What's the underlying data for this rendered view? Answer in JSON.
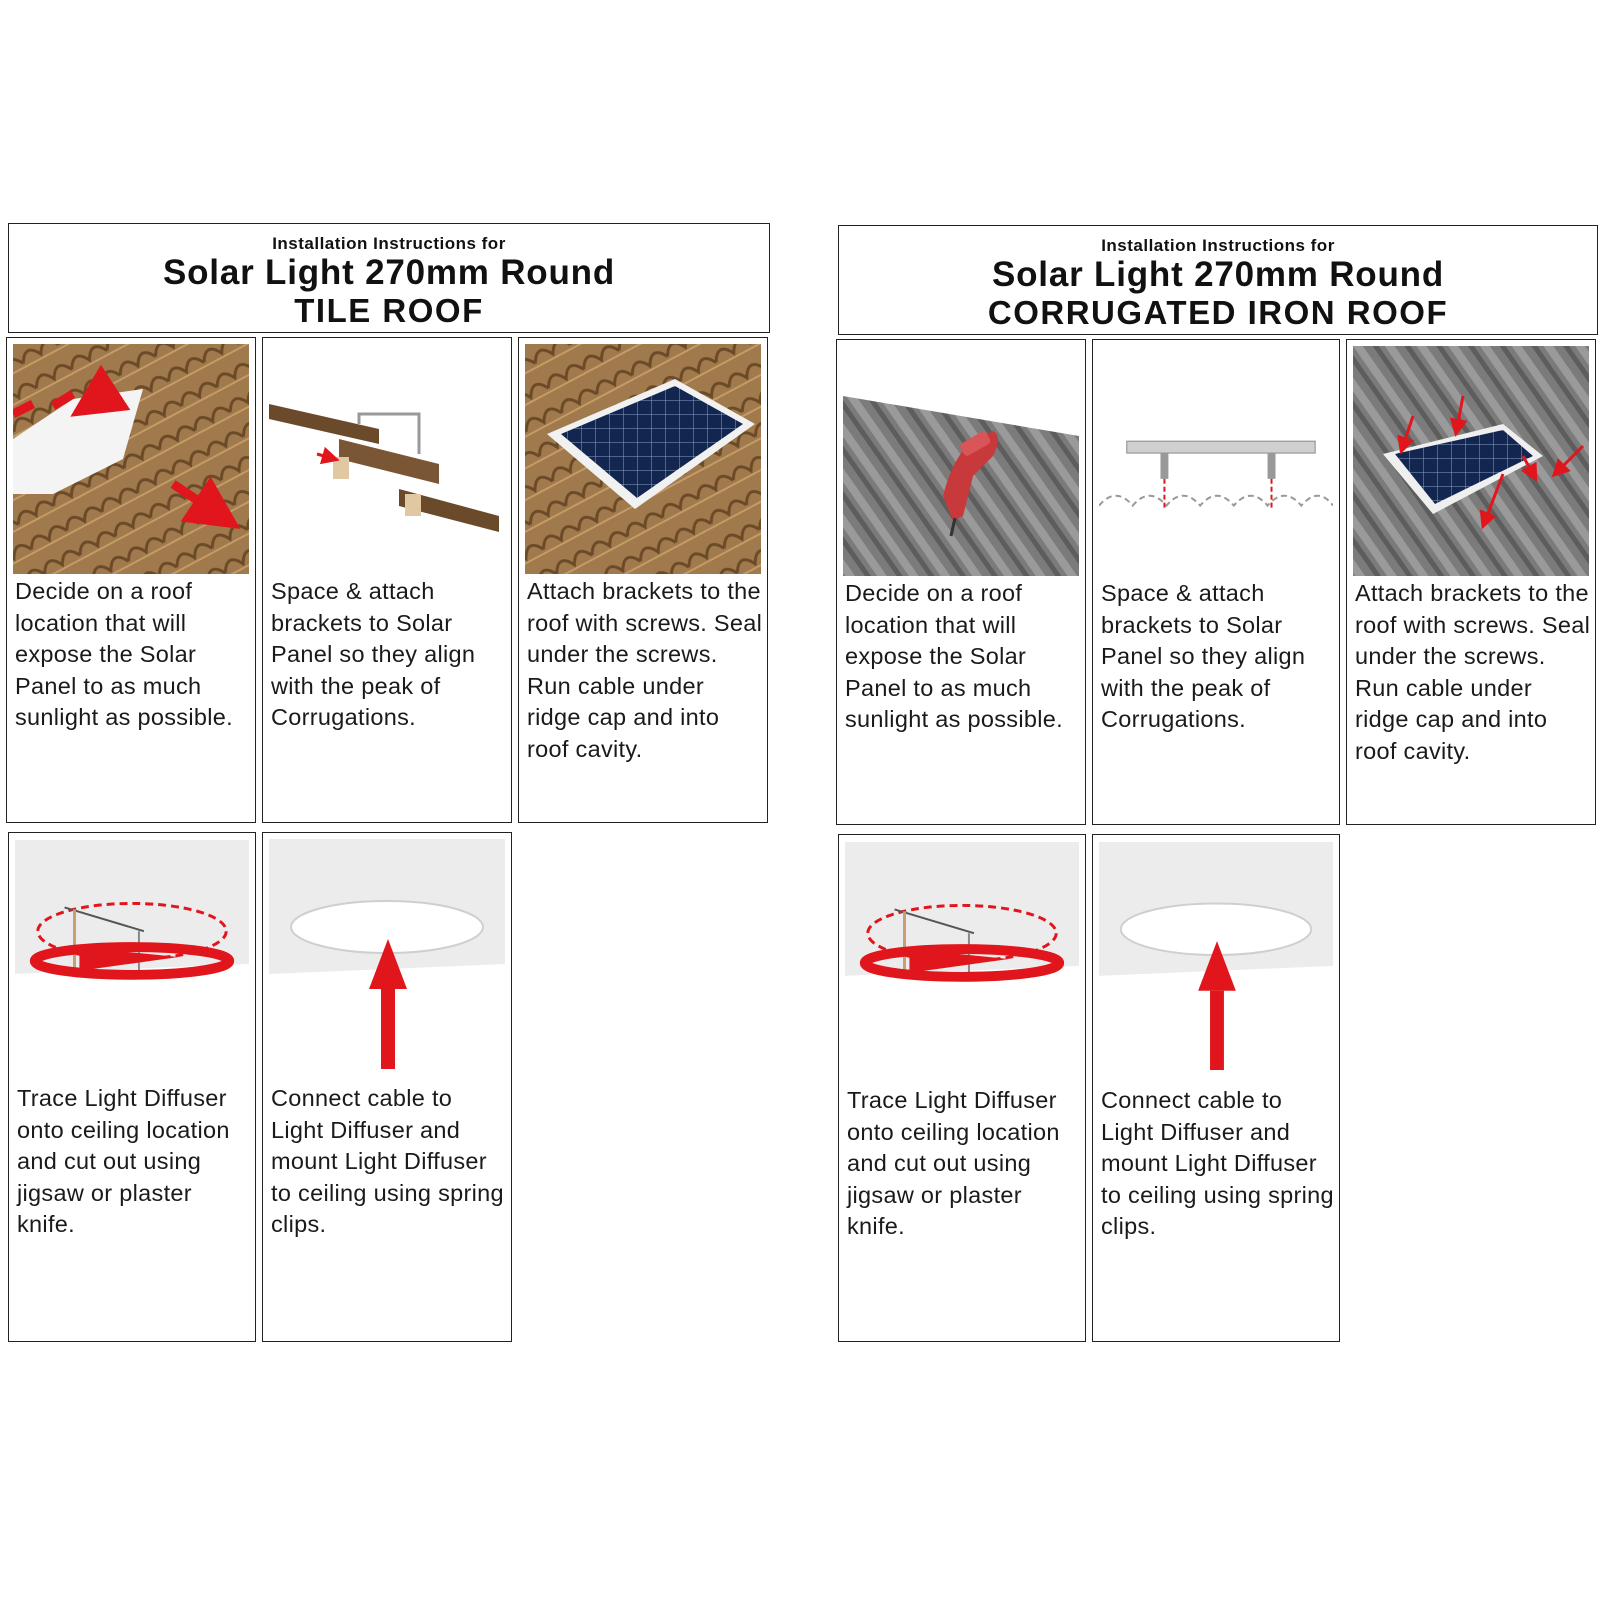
{
  "panels": [
    {
      "id": "tile",
      "header": {
        "small": "Installation Instructions for",
        "product": "Solar Light 270mm Round",
        "roof_type": "TILE ROOF"
      },
      "steps": [
        {
          "text": "Decide on a roof location that will expose the Solar Panel to as much sunlight as possible.",
          "icon": "tile-roof-removal-icon"
        },
        {
          "text": "Space & attach brackets to Solar Panel so they align with the peak of Corrugations.",
          "icon": "bracket-tile-icon"
        },
        {
          "text": "Attach brackets to the roof with screws. Seal under the screws. Run cable under ridge cap and into roof cavity.",
          "icon": "solar-panel-tile-icon"
        },
        {
          "text": "Trace Light Diffuser onto ceiling location and cut out using jigsaw or plaster knife.",
          "icon": "trace-ceiling-icon"
        },
        {
          "text": "Connect cable to Light Diffuser and mount Light Diffuser to ceiling using spring clips.",
          "icon": "mount-diffuser-icon"
        }
      ]
    },
    {
      "id": "corrugated",
      "header": {
        "small": "Installation Instructions for",
        "product": "Solar Light 270mm Round",
        "roof_type": "CORRUGATED IRON ROOF"
      },
      "steps": [
        {
          "text": "Decide on a roof location that will expose the Solar Panel to as much sunlight as possible.",
          "icon": "drill-roof-icon"
        },
        {
          "text": "Space & attach brackets to Solar Panel so they align with the peak of Corrugations.",
          "icon": "bracket-corrugation-icon"
        },
        {
          "text": "Attach brackets to the roof with screws. Seal under the screws. Run cable under ridge cap and into roof cavity.",
          "icon": "solar-panel-iron-icon"
        },
        {
          "text": "Trace Light Diffuser onto ceiling location and cut out using jigsaw or plaster knife.",
          "icon": "trace-ceiling-icon"
        },
        {
          "text": "Connect cable to Light Diffuser and mount Light Diffuser to ceiling using spring clips.",
          "icon": "mount-diffuser-icon"
        }
      ]
    }
  ],
  "colors": {
    "tile": "#9b7448",
    "tile_dark": "#6e4f2e",
    "iron": "#6e6e6e",
    "solar_cell": "#13264f",
    "arrow_red": "#e1161c",
    "ceiling": "#ececec"
  }
}
